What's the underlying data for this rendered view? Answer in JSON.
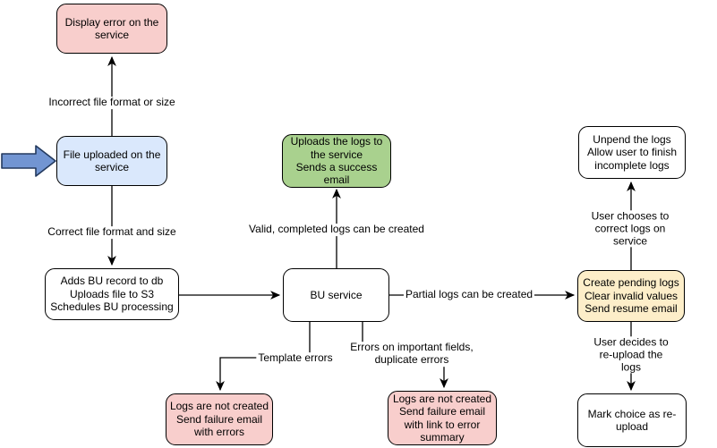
{
  "nodes": {
    "display_error": {
      "text": "Display error on the\nservice"
    },
    "file_uploaded": {
      "text": "File uploaded on the\nservice"
    },
    "adds_bu_record": {
      "text": "Adds BU record to db\nUploads file to S3\nSchedules BU processing"
    },
    "upload_success": {
      "text": "Uploads the logs to\nthe service\nSends a success\nemail"
    },
    "bu_service": {
      "text": "BU service"
    },
    "logs_not_created_errors": {
      "text": "Logs are not created\nSend failure email\nwith errors"
    },
    "logs_not_created_summary": {
      "text": "Logs are not created\nSend failure email\nwith link to error\nsummary"
    },
    "unpend_logs": {
      "text": "Unpend the logs\nAllow user to finish\nincomplete logs"
    },
    "create_pending": {
      "text": "Create pending logs\nClear invalid values\nSend resume email"
    },
    "mark_reupload": {
      "text": "Mark choice as re-\nupload"
    }
  },
  "edge_labels": {
    "incorrect_file": "Incorrect file format or size",
    "correct_file": "Correct file format and size",
    "valid_logs": "Valid, completed logs can be created",
    "partial_logs": "Partial logs can be created",
    "template_errors": "Template errors",
    "important_errors": "Errors on important fields,\nduplicate errors",
    "user_corrects": "User chooses to correct logs on service",
    "user_reuploads": "User decides to re-upload the logs"
  },
  "colors": {
    "node_pink": "#f8cecc",
    "node_blue": "#dae8fc",
    "node_green": "#a9d18e",
    "node_yellow": "#fdeec9",
    "node_white": "#ffffff",
    "node_border": "#000000",
    "connector": "#000000",
    "entry_arrow_fill": "#7295d2",
    "entry_arrow_border": "#243a5e",
    "background": "#ffffff"
  }
}
